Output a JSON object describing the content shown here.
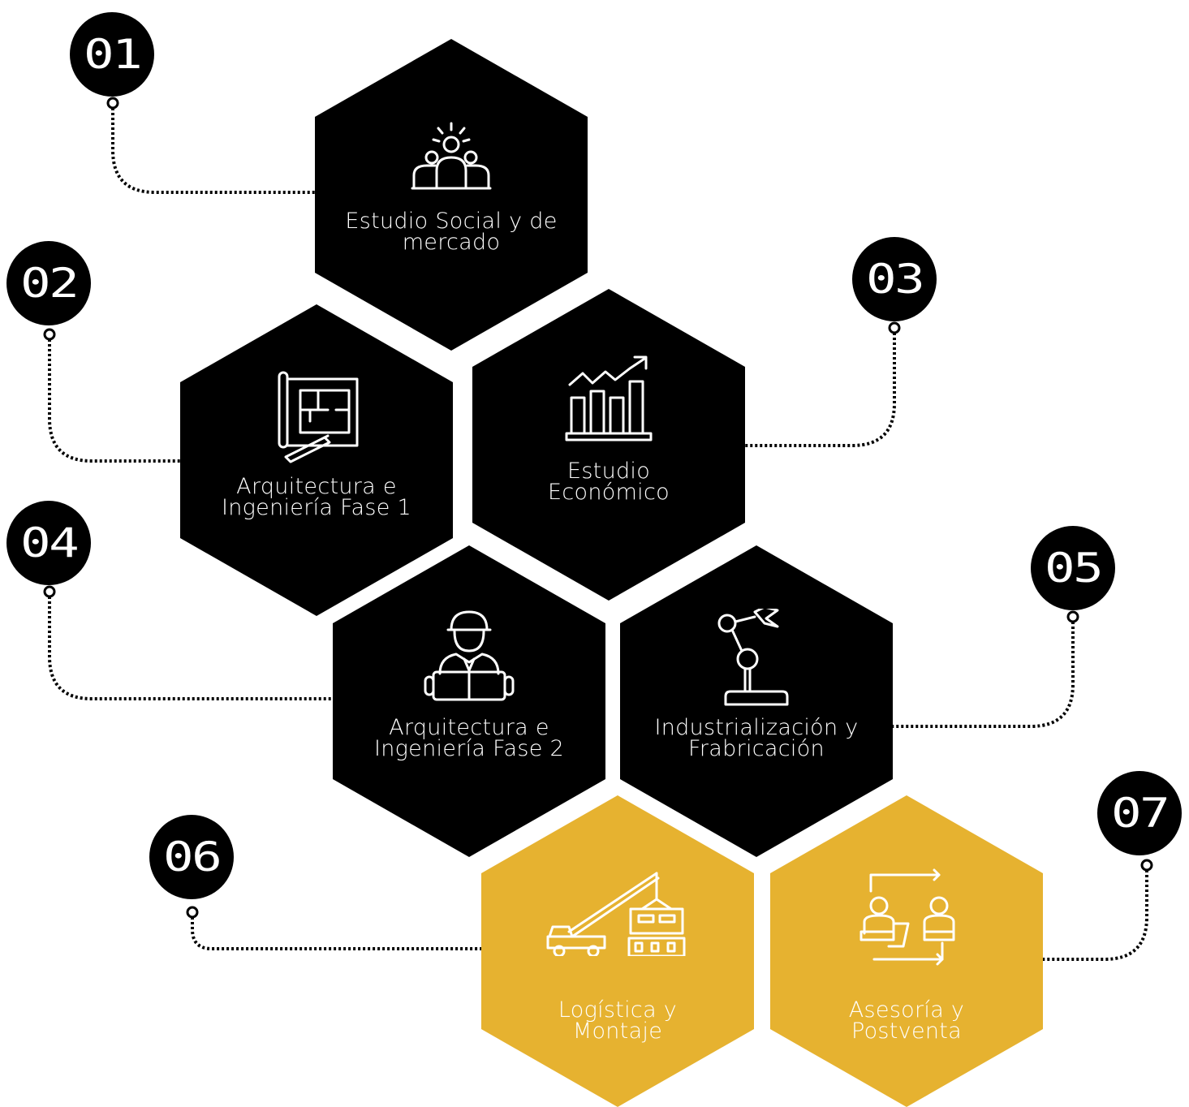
{
  "steps": [
    {
      "number": "01",
      "line1": "Estudio Social y de",
      "line2": "mercado",
      "icon": "people-idea-icon",
      "color": "#000000"
    },
    {
      "number": "02",
      "line1": "Arquitectura e",
      "line2": "Ingeniería Fase 1",
      "icon": "blueprint-pencil-icon",
      "color": "#000000"
    },
    {
      "number": "03",
      "line1": "Estudio",
      "line2": "Económico",
      "icon": "bar-chart-growth-icon",
      "color": "#000000"
    },
    {
      "number": "04",
      "line1": "Arquitectura e",
      "line2": "Ingeniería Fase 2",
      "icon": "engineer-plans-icon",
      "color": "#000000"
    },
    {
      "number": "05",
      "line1": "Industrialización y",
      "line2": "Frabricación",
      "icon": "robotic-arm-icon",
      "color": "#000000"
    },
    {
      "number": "06",
      "line1": "Logística y",
      "line2": "Montaje",
      "icon": "crane-truck-module-icon",
      "color": "#e6b230"
    },
    {
      "number": "07",
      "line1": "Asesoría y",
      "line2": "Postventa",
      "icon": "consultation-icon",
      "color": "#e6b230"
    }
  ]
}
